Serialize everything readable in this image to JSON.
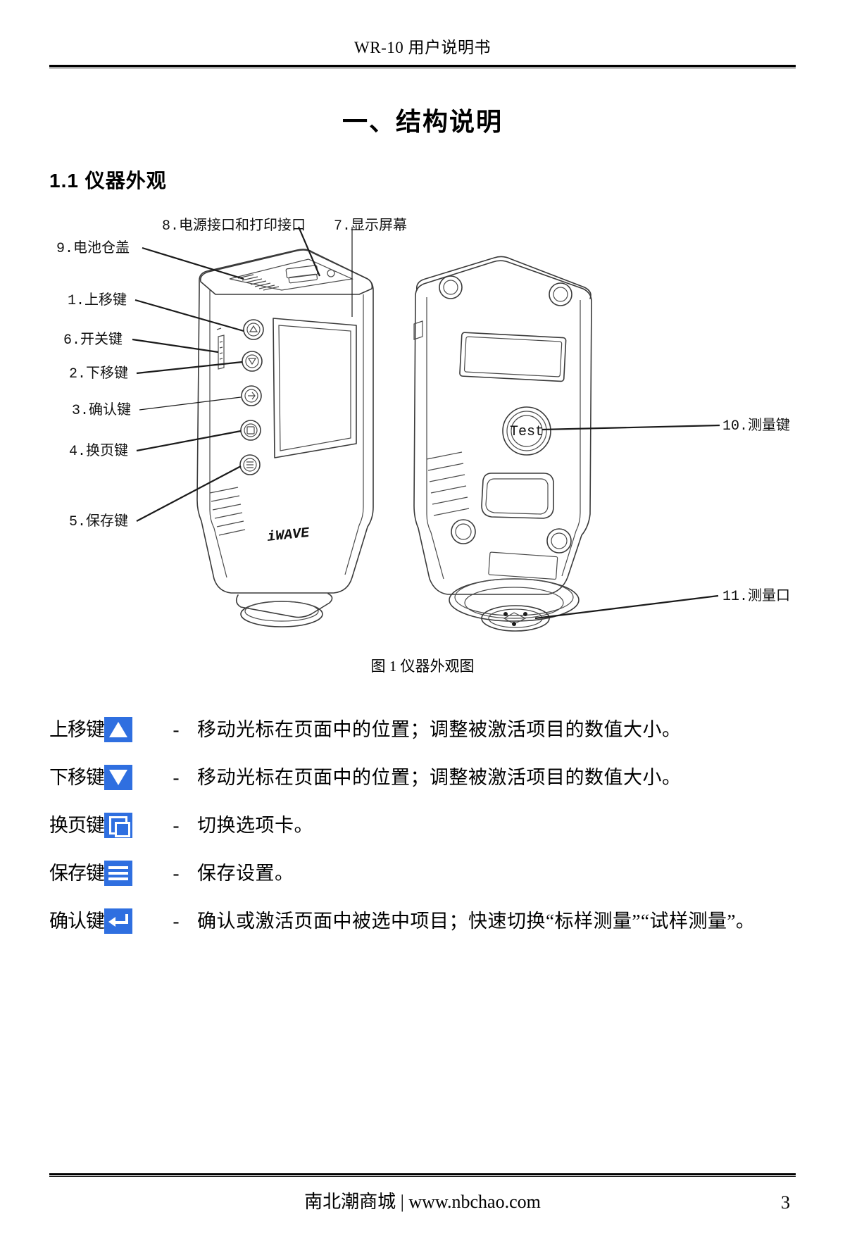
{
  "header": {
    "running_title": "WR-10 用户说明书"
  },
  "chapter": {
    "title": "一、结构说明"
  },
  "section": {
    "number_title": "1.1 仪器外观"
  },
  "figure": {
    "caption": "图 1 仪器外观图",
    "callouts": [
      {
        "id": "9",
        "label": "9.电池仓盖"
      },
      {
        "id": "8",
        "label": "8.电源接口和打印接口"
      },
      {
        "id": "7",
        "label": "7.显示屏幕"
      },
      {
        "id": "1",
        "label": "1.上移键"
      },
      {
        "id": "6",
        "label": "6.开关键"
      },
      {
        "id": "2",
        "label": "2.下移键"
      },
      {
        "id": "3",
        "label": "3.确认键"
      },
      {
        "id": "4",
        "label": "4.换页键"
      },
      {
        "id": "5",
        "label": "5.保存键"
      },
      {
        "id": "10",
        "label": "10.测量键"
      },
      {
        "id": "11",
        "label": "11.测量口"
      }
    ],
    "device_brand": "iWAVE",
    "test_button_label": "Test"
  },
  "key_descriptions": {
    "separator": "-",
    "rows": [
      {
        "name": "上移键",
        "glyph": "triangle-up-icon",
        "description": "移动光标在页面中的位置；调整被激活项目的数值大小。"
      },
      {
        "name": "下移键",
        "glyph": "triangle-down-icon",
        "description": "移动光标在页面中的位置；调整被激活项目的数值大小。"
      },
      {
        "name": "换页键",
        "glyph": "page-switch-icon",
        "description": "切换选项卡。"
      },
      {
        "name": "保存键",
        "glyph": "save-lines-icon",
        "description": "保存设置。"
      },
      {
        "name": "确认键",
        "glyph": "enter-arrow-icon",
        "description": "确认或激活页面中被选中项目；快速切换“标样测量”“试样测量”。"
      }
    ]
  },
  "footer": {
    "site_text": "南北潮商城 | www.nbchao.com",
    "page_number": "3"
  },
  "colors": {
    "key_glyph_background": "#2f6fe0",
    "key_glyph_foreground": "#ffffff",
    "text": "#000000",
    "line_art": "#3a3a3a"
  }
}
